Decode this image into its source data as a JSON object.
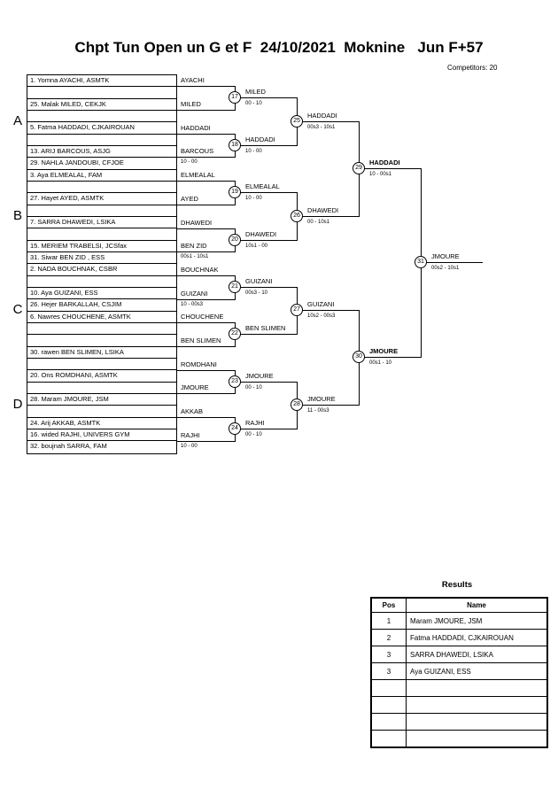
{
  "header": {
    "title": "Chpt Tun Open un G et F  24/10/2021  Moknine   Jun F+57",
    "competitors": "Competitors: 20"
  },
  "groups": {
    "a": "A",
    "b": "B",
    "c": "C",
    "d": "D"
  },
  "bracket": {
    "slots": [
      "1. Yomna AYACHI, ASMTK",
      "",
      "25. Malak MILED, CEKJK",
      "",
      "5. Fatma HADDADI, CJKAIROUAN",
      "",
      "13. ARIJ BARCOUS, ASJG",
      "29. NAHLA JANDOUBI, CFJOE",
      "3. Aya ELMEALAL, FAM",
      "",
      "27. Hayet AYED, ASMTK",
      "",
      "7. SARRA DHAWEDI, LSIKA",
      "",
      "15. MERIEM TRABELSI, JCSfax",
      "31. Siwar BEN ZID , ESS",
      "2. NADA BOUCHNAK, CSBR",
      "",
      "10. Aya GUIZANI, ESS",
      "26. Hejer BARKALLAH, CSJIM",
      "6. Nawres CHOUCHENE, ASMTK",
      "",
      "",
      "30. rawen BEN SLIMEN, LSIKA",
      "",
      "20. Ons ROMDHANI, ASMTK",
      "",
      "28. Maram JMOURE, JSM",
      "",
      "24. Arij AKKAB, ASMTK",
      "16. wided RAJHI, UNIVERS GYM",
      "32. boujnah SARRA, FAM"
    ],
    "r2_names": [
      "AYACHI",
      "MILED",
      "HADDADI",
      "BARCOUS",
      "ELMEALAL",
      "AYED",
      "DHAWEDI",
      "BEN ZID",
      "BOUCHNAK",
      "GUIZANI",
      "CHOUCHENE",
      "BEN SLIMEN",
      "ROMDHANI",
      "JMOURE",
      "AKKAB",
      "RAJHI"
    ],
    "r1_scores": [
      "10 - 00",
      "00s1 - 10s1",
      "10 - 00s3",
      "10 - 00"
    ],
    "r16_matches": [
      {
        "num": "17",
        "name": "MILED",
        "score": "00 - 10"
      },
      {
        "num": "18",
        "name": "HADDADI",
        "score": "10 - 00"
      },
      {
        "num": "19",
        "name": "ELMEALAL",
        "score": "10 - 00"
      },
      {
        "num": "20",
        "name": "DHAWEDI",
        "score": "10s1 - 00"
      },
      {
        "num": "21",
        "name": "GUIZANI",
        "score": "00s3 - 10"
      },
      {
        "num": "22",
        "name": "BEN SLIMEN",
        "score": ""
      },
      {
        "num": "23",
        "name": "JMOURE",
        "score": "00 - 10"
      },
      {
        "num": "24",
        "name": "RAJHI",
        "score": "00 - 10"
      }
    ],
    "qf_matches": [
      {
        "num": "25",
        "name": "HADDADI",
        "score": "00s3 - 10s1"
      },
      {
        "num": "26",
        "name": "DHAWEDI",
        "score": "00 - 10s1"
      },
      {
        "num": "27",
        "name": "GUIZANI",
        "score": "10s2 - 00s3"
      },
      {
        "num": "28",
        "name": "JMOURE",
        "score": "11 - 00s3"
      }
    ],
    "sf_matches": [
      {
        "num": "29",
        "name": "HADDADI",
        "score": "10 - 00s1"
      },
      {
        "num": "30",
        "name": "JMOURE",
        "score": "00s1 - 10"
      }
    ],
    "final_match": {
      "num": "31",
      "name": "JMOURE",
      "score": "00s2 - 10s1"
    }
  },
  "results": {
    "title": "Results",
    "headers": {
      "pos": "Pos",
      "name": "Name"
    },
    "rows": [
      {
        "pos": "1",
        "name": "Maram JMOURE, JSM"
      },
      {
        "pos": "2",
        "name": "Fatma HADDADI, CJKAIROUAN"
      },
      {
        "pos": "3",
        "name": "SARRA DHAWEDI, LSIKA"
      },
      {
        "pos": "3",
        "name": "Aya GUIZANI, ESS"
      },
      {
        "pos": "",
        "name": ""
      },
      {
        "pos": "",
        "name": ""
      },
      {
        "pos": "",
        "name": ""
      },
      {
        "pos": "",
        "name": ""
      }
    ]
  }
}
